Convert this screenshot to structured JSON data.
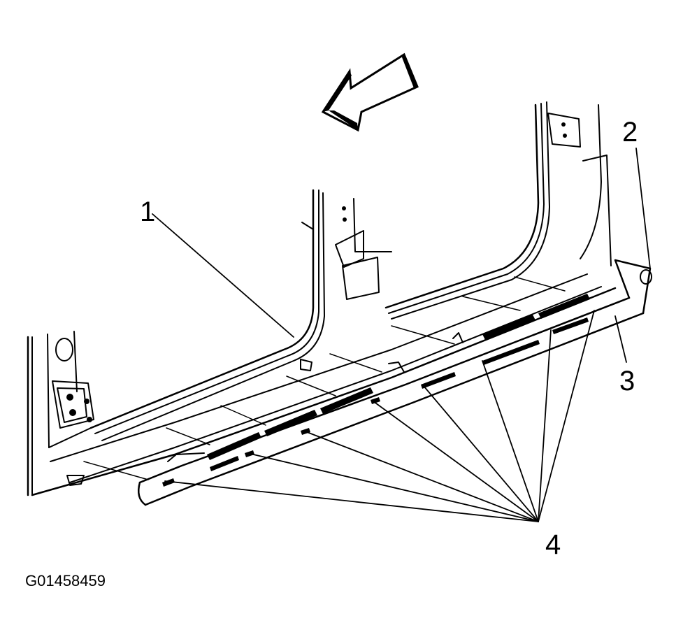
{
  "figure": {
    "id": "G01458459",
    "callouts": {
      "c1": "1",
      "c2": "2",
      "c3": "3",
      "c4": "4"
    },
    "direction_arrow": "arrow-icon"
  }
}
